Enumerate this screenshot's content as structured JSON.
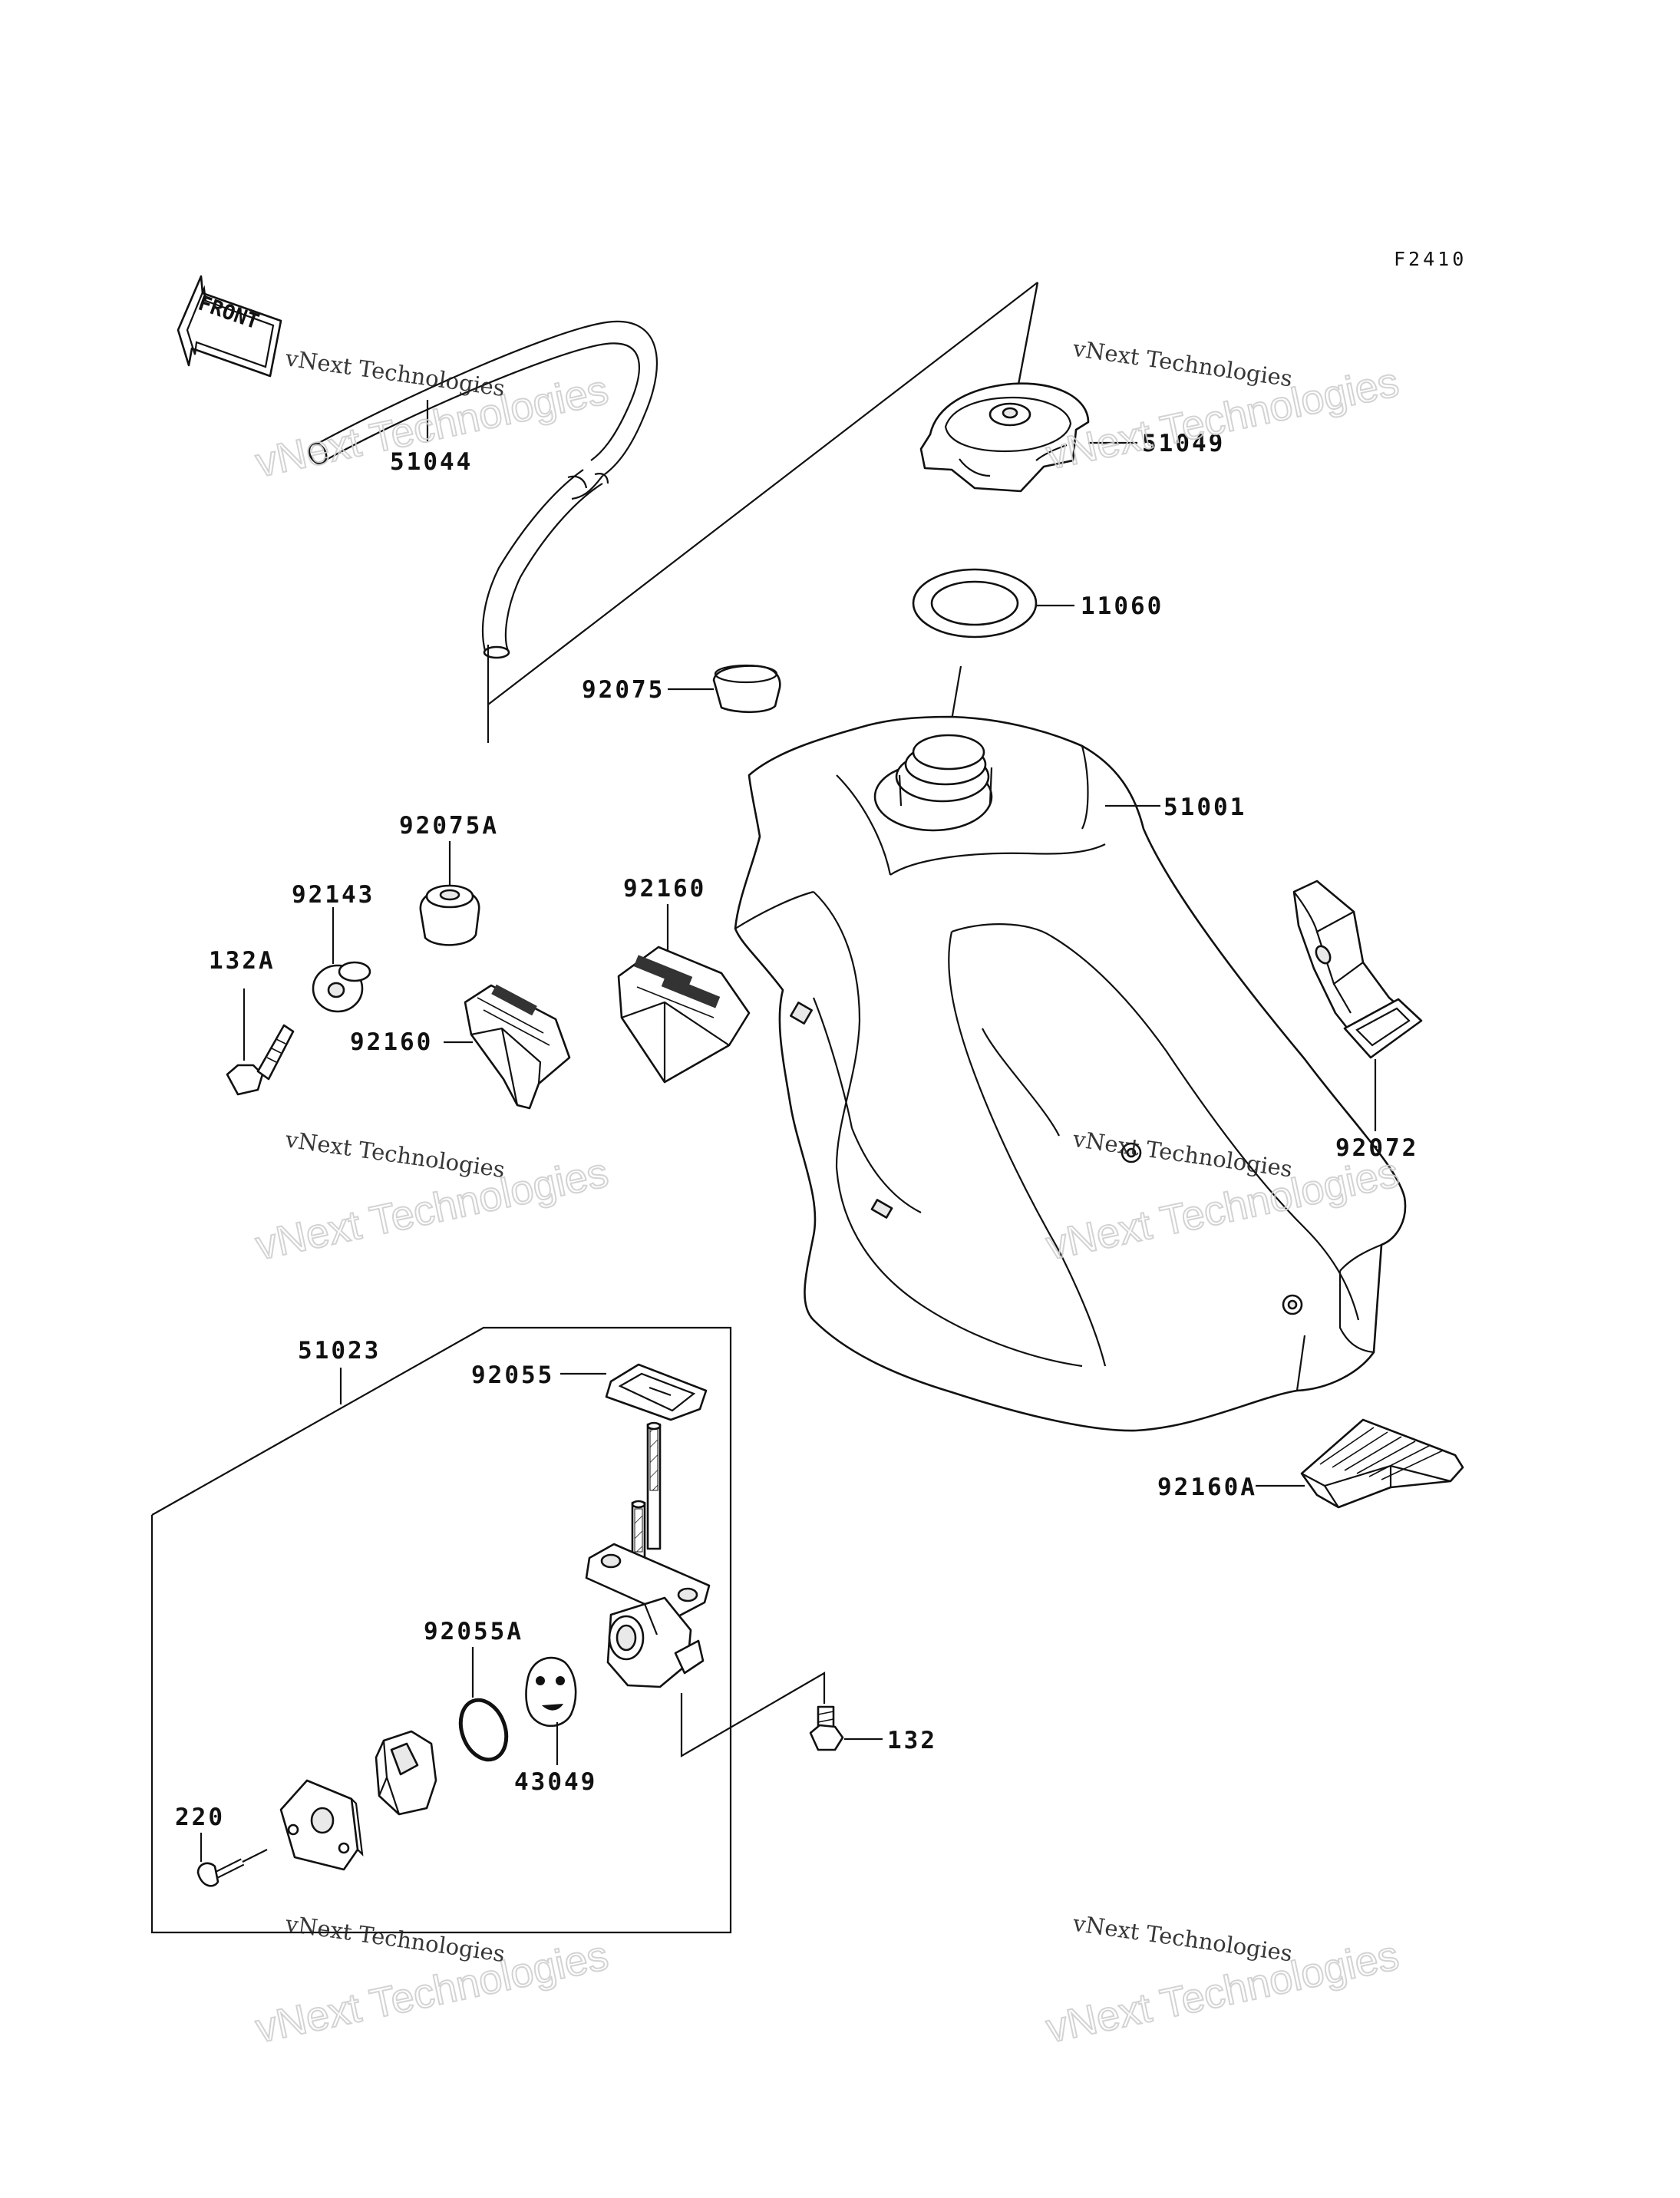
{
  "figure_code": "F2410",
  "front_marker": "FRONT",
  "watermark": {
    "line1": "vNext Technologies",
    "line2": "vNext Technologies"
  },
  "parts": {
    "p51044": "51044",
    "p51049": "51049",
    "p11060": "11060",
    "p92075": "92075",
    "p51001": "51001",
    "p92075A": "92075A",
    "p92143": "92143",
    "p132A": "132A",
    "p92160_left": "92160",
    "p92160_center": "92160",
    "p92072": "92072",
    "p51023": "51023",
    "p92055": "92055",
    "p92160A": "92160A",
    "p92055A": "92055A",
    "p43049": "43049",
    "p132": "132",
    "p220": "220"
  }
}
